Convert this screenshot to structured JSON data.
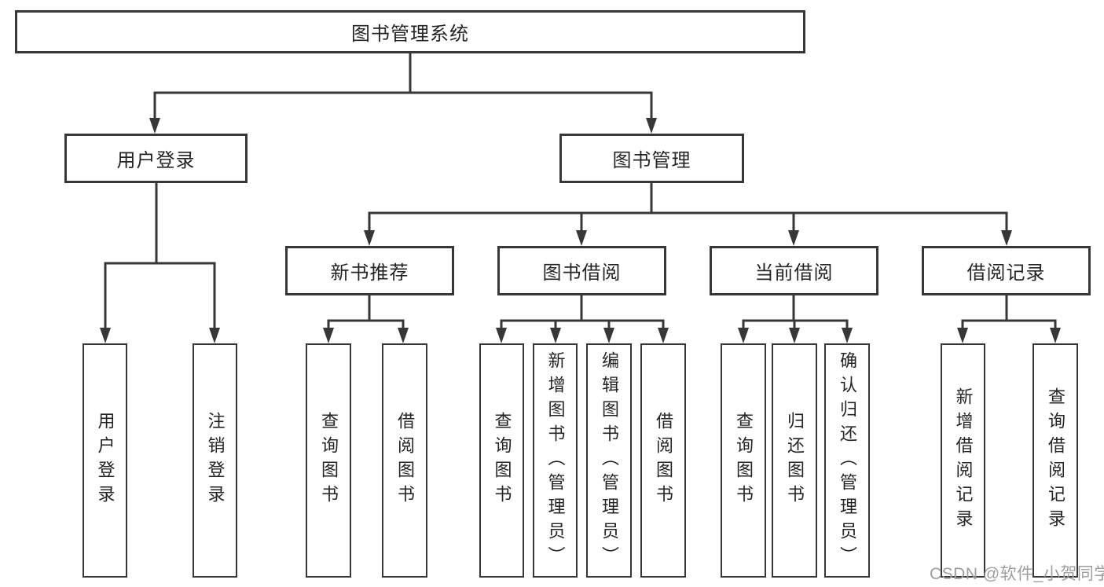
{
  "diagram": {
    "line_color": "#373737",
    "text_color": "#242424",
    "root": {
      "label": "图书管理系统",
      "children": [
        {
          "label": "用户登录",
          "children": [
            {
              "label": "用户登录"
            },
            {
              "label": "注销登录"
            }
          ]
        },
        {
          "label": "图书管理",
          "children": [
            {
              "label": "新书推荐",
              "children": [
                {
                  "label": "查询图书"
                },
                {
                  "label": "借阅图书"
                }
              ]
            },
            {
              "label": "图书借阅",
              "children": [
                {
                  "label": "查询图书"
                },
                {
                  "label": "新增图书（管理员）"
                },
                {
                  "label": "编辑图书（管理员）"
                },
                {
                  "label": "借阅图书"
                }
              ]
            },
            {
              "label": "当前借阅",
              "children": [
                {
                  "label": "查询图书"
                },
                {
                  "label": "归还图书"
                },
                {
                  "label": "确认归还（管理员）"
                }
              ]
            },
            {
              "label": "借阅记录",
              "children": [
                {
                  "label": "新增借阅记录"
                },
                {
                  "label": "查询借阅记录"
                }
              ]
            }
          ]
        }
      ]
    }
  },
  "watermark": {
    "text": "CSDN @软件_小贺同学",
    "color": "#9e9e9e"
  }
}
